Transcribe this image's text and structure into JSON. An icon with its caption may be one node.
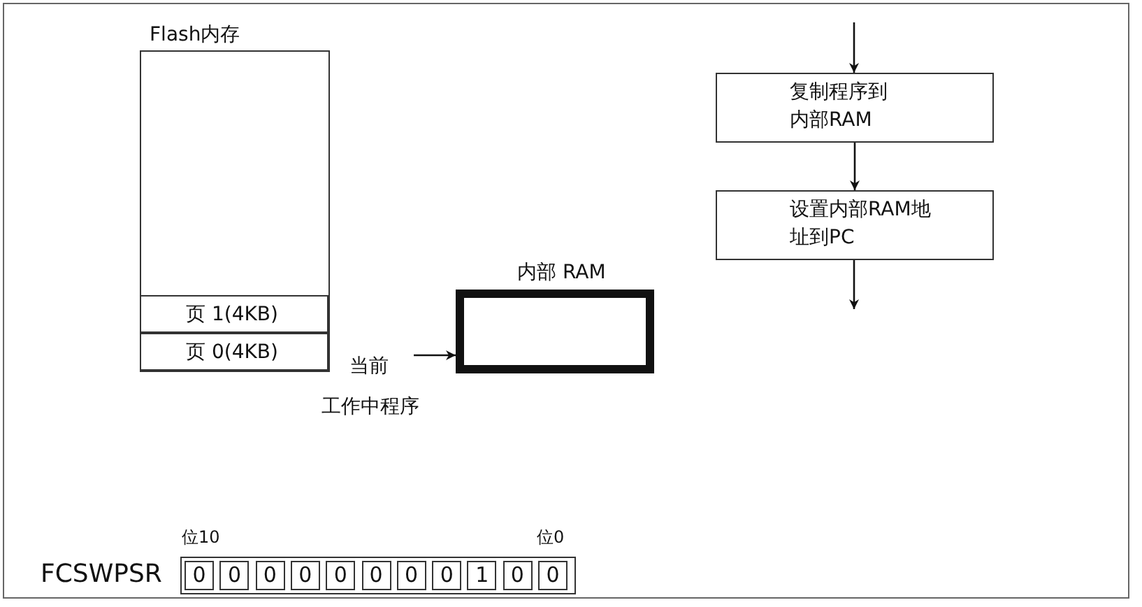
{
  "diagram": {
    "nodes": [
      {
        "text": [
          "Flash内存"
        ]
      },
      {
        "text": [
          "页 1(4KB)"
        ],
        "in": 0
      },
      {
        "text": [
          "页 0(4KB)"
        ],
        "in": 0
      },
      {
        "text": [
          "当前",
          "工作中程序"
        ]
      },
      {
        "text": [
          "内部 RAM"
        ]
      },
      {
        "text": [
          "复制程序到内部RAM"
        ]
      },
      {
        "text": [
          "设置内部RAM地址到PC"
        ]
      }
    ],
    "edges": [
      {
        "from": null,
        "to": 5,
        "arrow": "to"
      },
      {
        "from": 5,
        "to": 6,
        "arrow": "to"
      },
      {
        "from": 6,
        "to": null,
        "arrow": "to"
      },
      {
        "from": 3,
        "to": 4,
        "arrow": "to"
      }
    ],
    "labels": [
      "位10",
      "位0",
      "FCSWPSR",
      "0",
      "0",
      "0",
      "0",
      "0",
      "0",
      "0",
      "0",
      "1",
      "0",
      "0"
    ]
  }
}
